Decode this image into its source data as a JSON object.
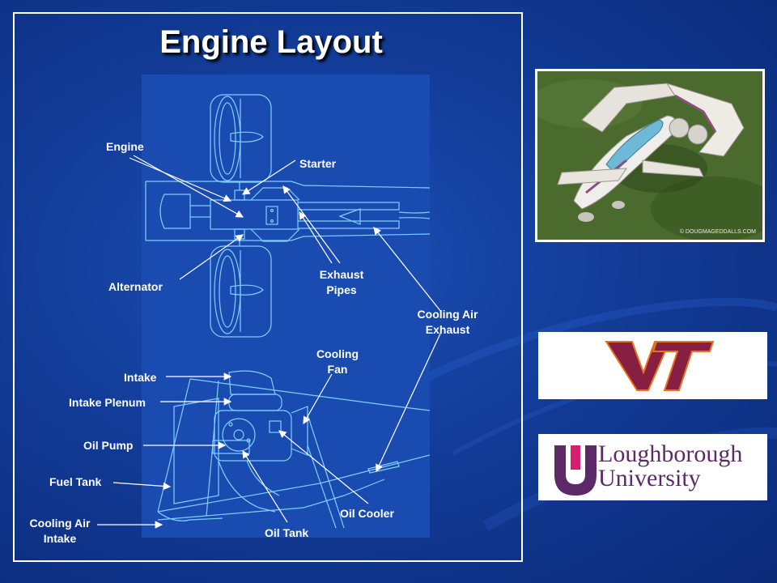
{
  "title": "Engine Layout",
  "labels": {
    "engine": "Engine",
    "starter": "Starter",
    "alternator": "Alternator",
    "exhaust_pipes": "Exhaust\nPipes",
    "cooling_air_exhaust": "Cooling Air\nExhaust",
    "cooling_fan": "Cooling\nFan",
    "intake": "Intake",
    "intake_plenum": "Intake Plenum",
    "oil_pump": "Oil Pump",
    "fuel_tank": "Fuel Tank",
    "cooling_air_intake": "Cooling Air\nIntake",
    "oil_tank": "Oil Tank",
    "oil_cooler": "Oil Cooler"
  },
  "photo": {
    "credit": "© DOUGMAGEDDALLS.COM"
  },
  "logos": {
    "vt": {
      "text": "VT",
      "color": "#861f41",
      "outline": "#e5751f"
    },
    "loughborough": {
      "line1": "Loughborough",
      "line2": "University",
      "color": "#5b2a67"
    }
  },
  "colors": {
    "background": "#123c98",
    "drawing_background": "#1a4bb0",
    "linework": "#7fd0ff",
    "text": "#ffffff"
  }
}
